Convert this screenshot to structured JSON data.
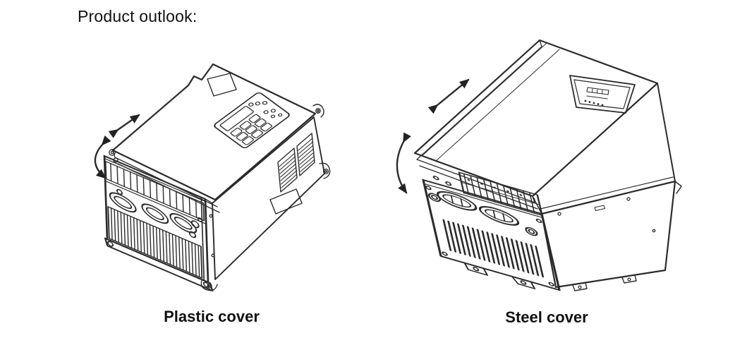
{
  "style": {
    "background_color": "#ffffff",
    "line_color": "#2b2b2b",
    "text_color": "#111111"
  },
  "header": {
    "title": "Product outlook:"
  },
  "figures": [
    {
      "name": "inverter-with-plastic-cover",
      "caption": "Plastic cover",
      "annotations": [
        "slide-direction-arrow",
        "pivot-direction-arrow"
      ]
    },
    {
      "name": "inverter-with-steel-cover",
      "caption": "Steel cover",
      "annotations": [
        "slide-direction-arrow",
        "pivot-direction-arrow"
      ]
    }
  ]
}
